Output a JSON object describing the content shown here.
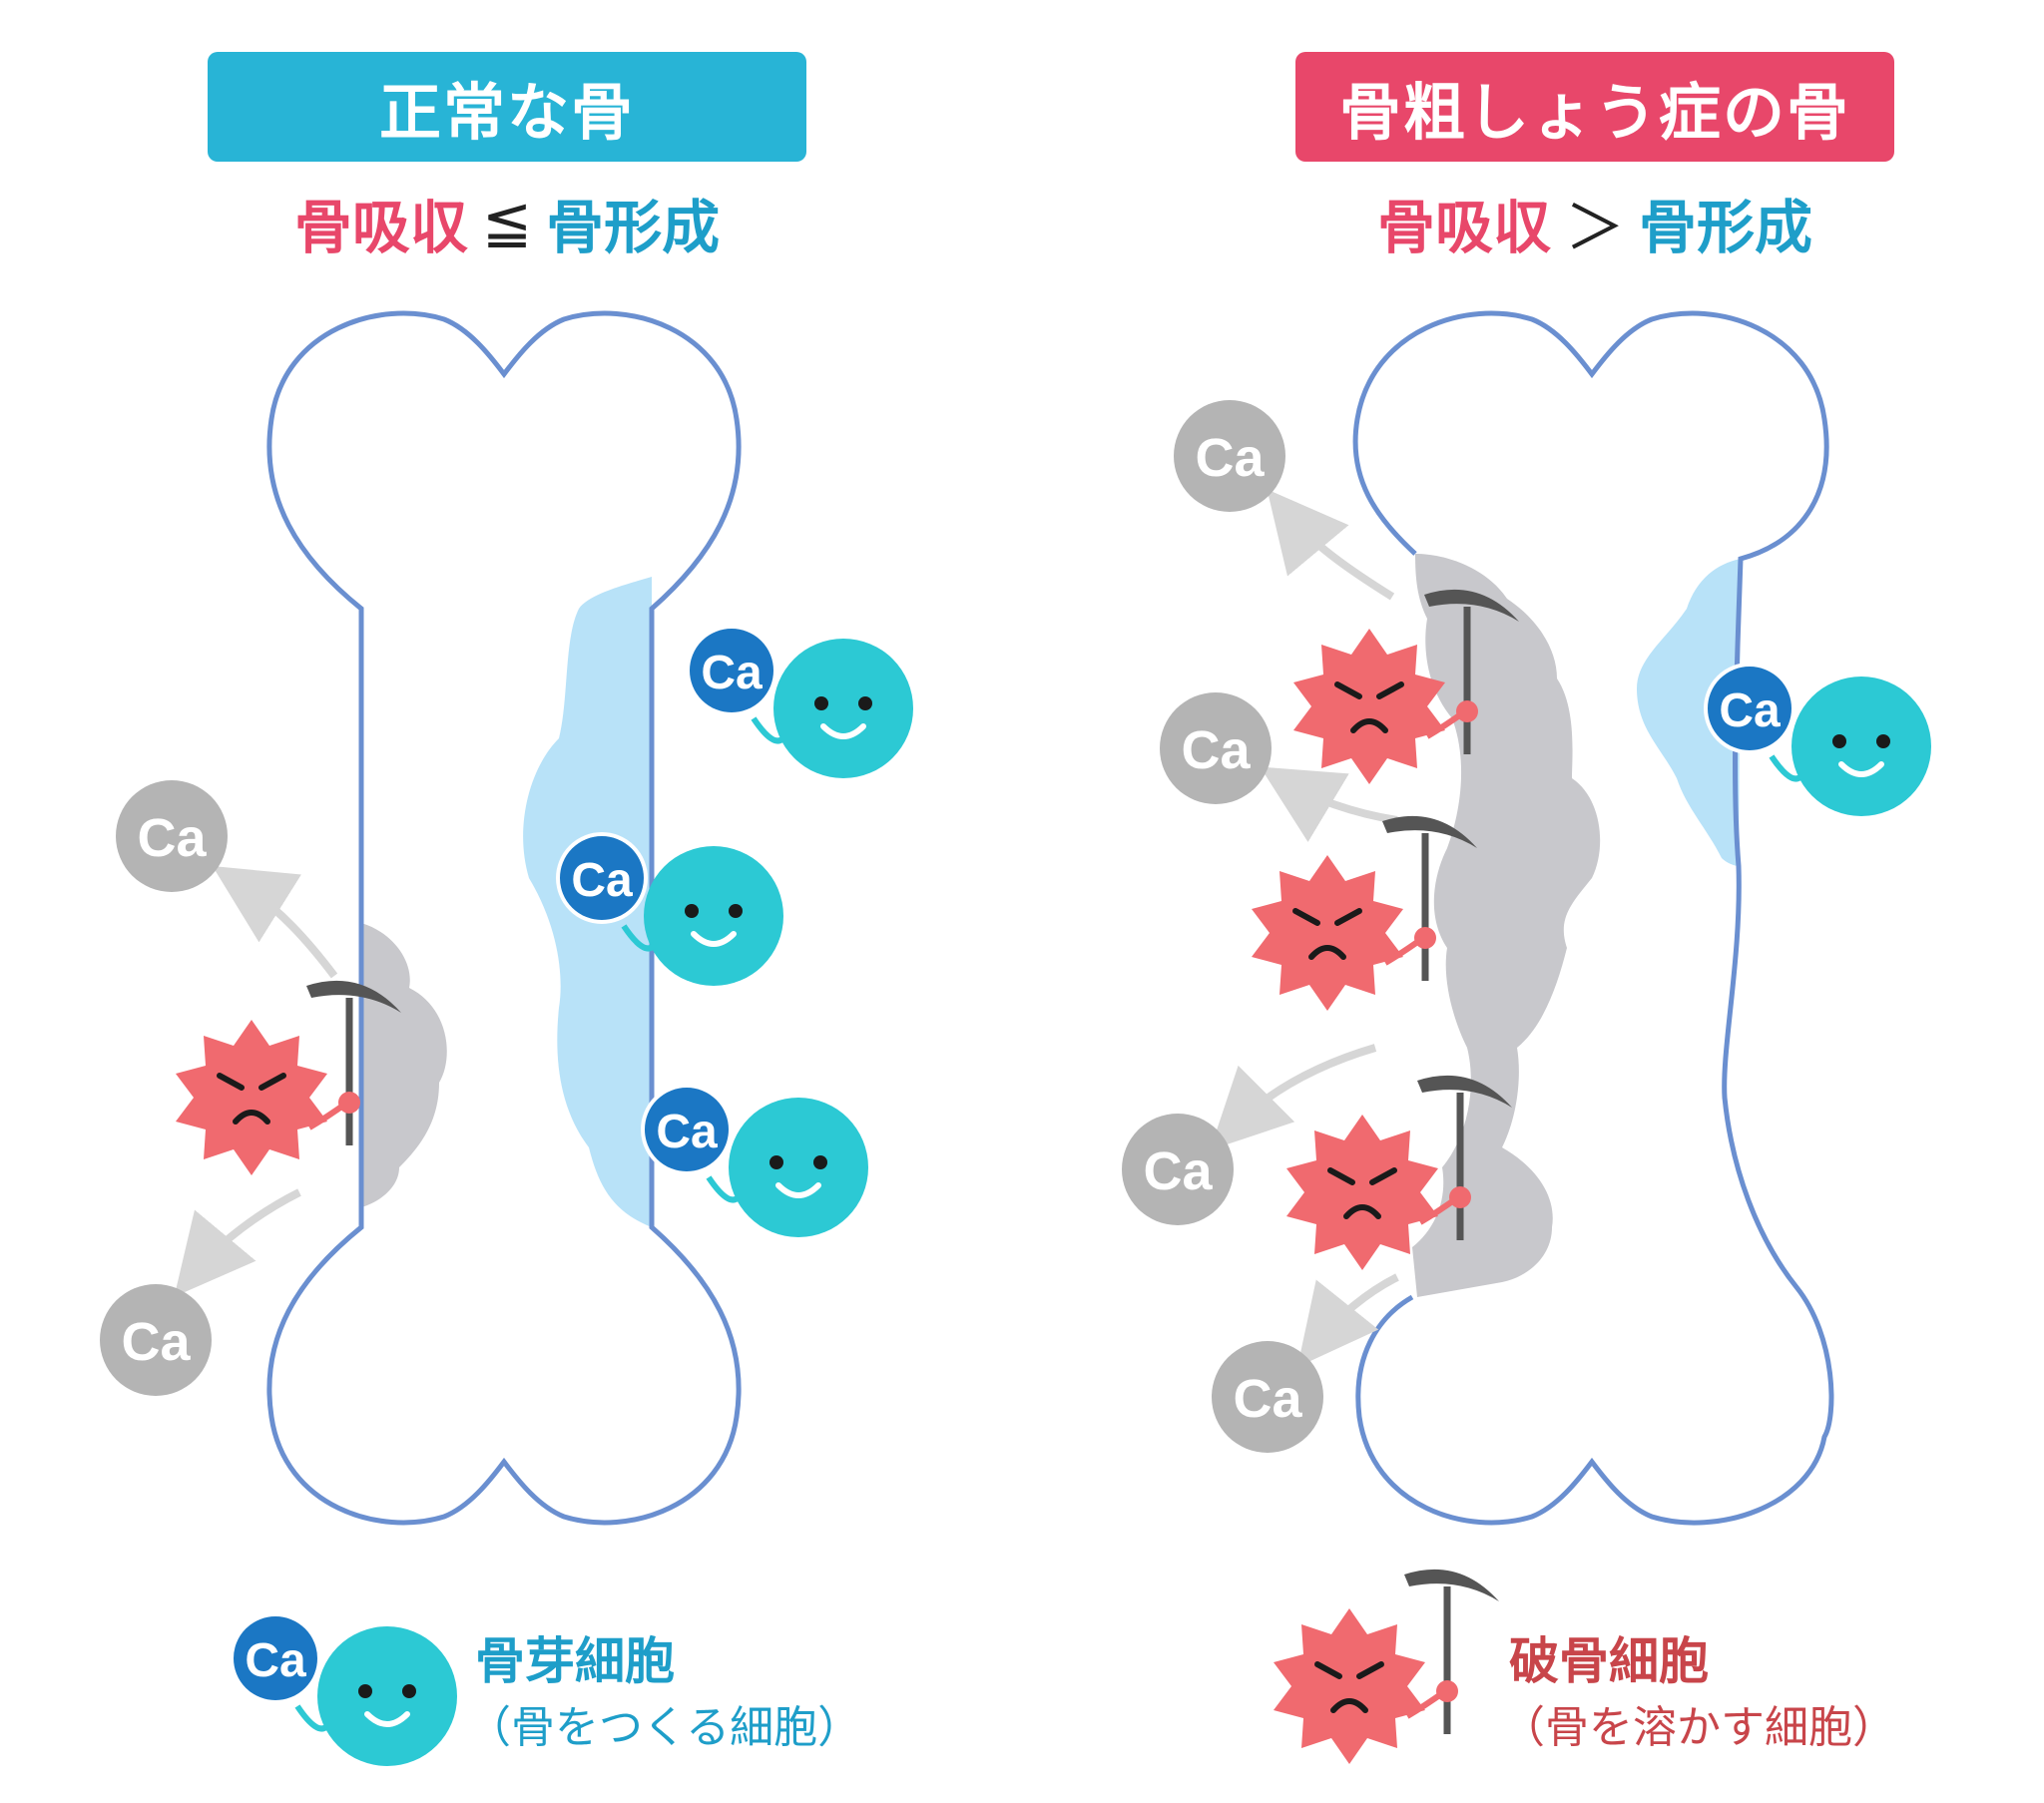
{
  "left": {
    "title": "正常な骨",
    "formula": {
      "resorption": "骨吸収",
      "operator": "≦",
      "formation": "骨形成"
    }
  },
  "right": {
    "title": "骨粗しょう症の骨",
    "formula": {
      "resorption": "骨吸収",
      "operator": "＞",
      "formation": "骨形成"
    }
  },
  "calcium_label": "Ca",
  "legend": {
    "osteoblast": {
      "name": "骨芽細胞",
      "description": "（骨をつくる細胞）"
    },
    "osteoclast": {
      "name": "破骨細胞",
      "description": "（骨を溶かす細胞）"
    }
  },
  "colors": {
    "normal_title_bg": "#28b4d6",
    "osteoporosis_title_bg": "#e8476a",
    "bone_outline": "#6a8fd0",
    "new_bone": "#b8e2f8",
    "resorbed_bone": "#c8c8cc",
    "osteoblast": "#2cc9d4",
    "calcium_blue": "#1b77c4",
    "osteoclast": "#f06a6f",
    "calcium_grey": "#b4b4b4"
  }
}
